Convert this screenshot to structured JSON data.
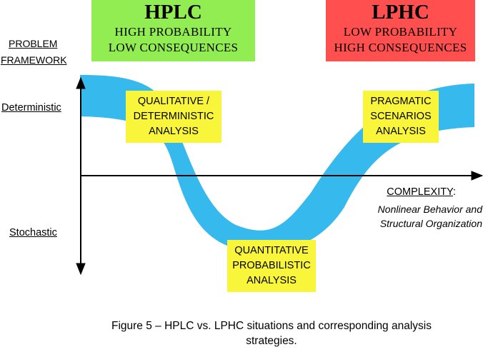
{
  "colors": {
    "band": "#36b9ec",
    "hplc_box": "#92ed52",
    "lphc_box": "#ff4f4f",
    "analysis_box": "#f9f53a",
    "axis": "#000000"
  },
  "hplc": {
    "code": "HPLC",
    "line1": "HIGH PROBABILITY",
    "line2": "LOW CONSEQUENCES"
  },
  "lphc": {
    "code": "LPHC",
    "line1": "LOW PROBABILITY",
    "line2": "HIGH CONSEQUENCES"
  },
  "y_axis": {
    "title_line1": "PROBLEM",
    "title_line2": "FRAMEWORK",
    "top_label": "Deterministic",
    "bottom_label": "Stochastic"
  },
  "x_axis": {
    "title": "COMPLEXITY",
    "title_suffix": ":",
    "subtitle_line1": "Nonlinear Behavior and",
    "subtitle_line2": "Structural Organization"
  },
  "analysis": {
    "qualitative": [
      "QUALITATIVE /",
      "DETERMINISTIC",
      "ANALYSIS"
    ],
    "pragmatic": [
      "PRAGMATIC",
      "SCENARIOS",
      "ANALYSIS"
    ],
    "quantitative": [
      "QUANTITATIVE",
      "PROBABILISTIC",
      "ANALYSIS"
    ]
  },
  "caption": {
    "line1": "Figure 5 – HPLC vs. LPHC situations and corresponding analysis",
    "line2": "strategies."
  }
}
